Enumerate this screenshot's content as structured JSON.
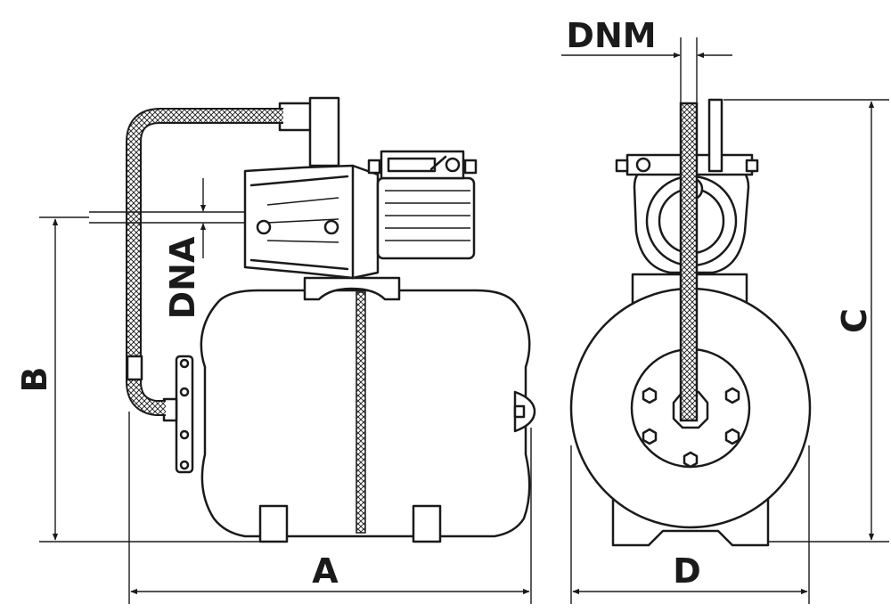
{
  "labels": {
    "A": "A",
    "B": "B",
    "C": "C",
    "D": "D",
    "DNA": "DNA",
    "DNM": "DNM"
  },
  "colors": {
    "line": "#1a1a1a",
    "background": "#ffffff"
  }
}
